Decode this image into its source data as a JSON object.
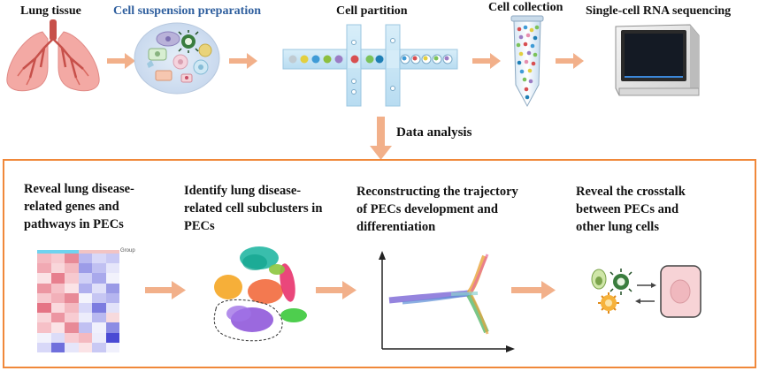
{
  "workflow": {
    "lung_tissue": "Lung tissue",
    "cell_suspension": "Cell suspension preparation",
    "cell_partition": "Cell partition",
    "cell_collection": "Cell collection",
    "sequencing": "Single-cell RNA sequencing"
  },
  "data_analysis": "Data analysis",
  "analysis_steps": {
    "genes": [
      "Reveal lung disease-",
      "related genes and",
      "pathways in PECs"
    ],
    "subclusters": [
      "Identify  lung disease-",
      "related cell subclusters in",
      "PECs"
    ],
    "trajectory": [
      "Reconstructing the trajectory",
      "of PECs development and",
      "differentiation"
    ],
    "crosstalk": [
      "Reveal the crosstalk",
      "between PECs and",
      "other lung cells"
    ]
  },
  "heatmap": {
    "group_label": "Group",
    "group_colors": [
      "#6fd3ef",
      "#6fd3ef",
      "#6fd3ef",
      "#f2c4c4",
      "#f2c4c4",
      "#f2c4c4"
    ],
    "cells": [
      [
        "#f4b9c0",
        "#f7c9cf",
        "#e88a97",
        "#b9b9f0",
        "#d8d8f8",
        "#c9c9f4"
      ],
      [
        "#f1a9b3",
        "#f9d6da",
        "#f4b9c0",
        "#9c9ce8",
        "#c0c0f2",
        "#e6e6fa"
      ],
      [
        "#fbe3e6",
        "#e77f8e",
        "#f7c9cf",
        "#d0d0f6",
        "#a9a9ec",
        "#f2f2fc"
      ],
      [
        "#ec96a2",
        "#f6c0c7",
        "#fbe3e6",
        "#b0b0ee",
        "#e0e0f9",
        "#9a9ae6"
      ],
      [
        "#f7c9cf",
        "#f2b0b9",
        "#e88a97",
        "#f4f4fc",
        "#c6c6f3",
        "#b5b5ef"
      ],
      [
        "#e57485",
        "#fad9dd",
        "#f4b9c0",
        "#d8d8f8",
        "#7c7ce0",
        "#e2e2f9"
      ],
      [
        "#f9d6da",
        "#ec96a2",
        "#f8ccd2",
        "#ececfb",
        "#b9b9f0",
        "#f7dadd"
      ],
      [
        "#f6c0c7",
        "#fbe3e6",
        "#e88a97",
        "#c0c0f2",
        "#f0f0fc",
        "#8c8ce4"
      ],
      [
        "#f2f2fc",
        "#dcdcf8",
        "#f8ccd2",
        "#f4b9c0",
        "#ececfb",
        "#4a4ad4"
      ],
      [
        "#d8d8f8",
        "#6f6fdc",
        "#e6e6fa",
        "#fbe3e6",
        "#c9c9f4",
        "#f0f0fc"
      ]
    ]
  },
  "colors": {
    "arrow": "#f2b08a",
    "frame": "#f0883a"
  }
}
